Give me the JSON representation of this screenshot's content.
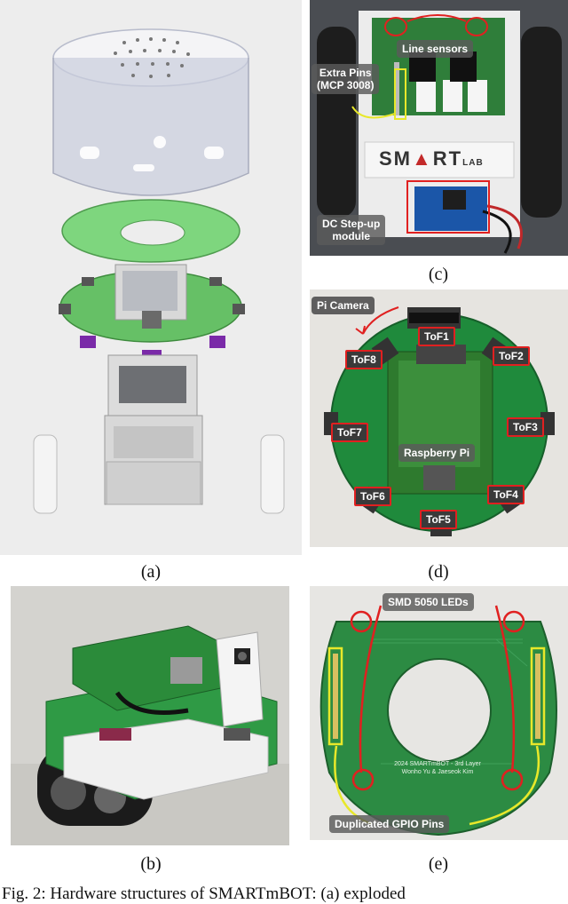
{
  "figure": {
    "panels": [
      {
        "id": "a",
        "label": "(a)"
      },
      {
        "id": "b",
        "label": "(b)"
      },
      {
        "id": "c",
        "label": "(c)",
        "callouts": {
          "line_sensors": "Line sensors",
          "extra_pins_l1": "Extra Pins",
          "extra_pins_l2": "(MCP 3008)",
          "logo": "SM",
          "logo_b": "RT",
          "logo_lab": "LAB",
          "dc_l1": "DC Step-up",
          "dc_l2": "module"
        }
      },
      {
        "id": "d",
        "label": "(d)",
        "callouts": {
          "pi_camera": "Pi Camera",
          "tof1": "ToF1",
          "tof2": "ToF2",
          "tof3": "ToF3",
          "tof4": "ToF4",
          "tof5": "ToF5",
          "tof6": "ToF6",
          "tof7": "ToF7",
          "tof8": "ToF8",
          "raspberry_pi": "Raspberry Pi"
        }
      },
      {
        "id": "e",
        "label": "(e)",
        "callouts": {
          "leds": "SMD 5050 LEDs",
          "gpio": "Duplicated GPIO Pins",
          "pcb_text_1": "2024 SMARTmBOT - 3rd Layer",
          "pcb_text_2": "Wonho Yu & Jaeseok Kim"
        }
      }
    ],
    "caption": "Fig. 2: Hardware structures of SMARTmBOT: (a) exploded"
  }
}
